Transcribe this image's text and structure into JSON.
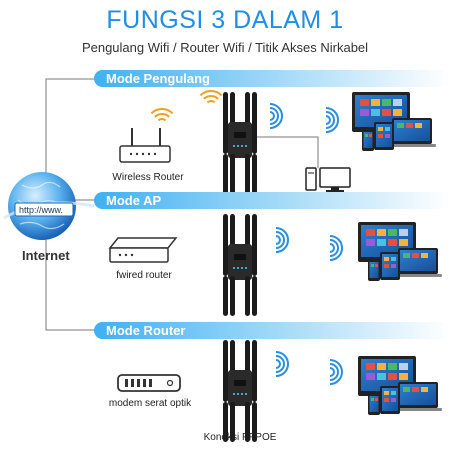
{
  "header": {
    "title": "FUNGSI 3 DALAM 1",
    "subtitle": "Pengulang Wifi / Router Wifi / Titik Akses Nirkabel"
  },
  "globe": {
    "url_text": "http://www.",
    "label": "Internet"
  },
  "modes": [
    {
      "label": "Mode Pengulang",
      "device_label": "Wireless Router"
    },
    {
      "label": "Mode AP",
      "device_label": "fwired router"
    },
    {
      "label": "Mode Router",
      "device_label": "modem serat optik",
      "footer_label": "Koneksi PPPOE"
    }
  ],
  "colors": {
    "accent": "#1f8ee6",
    "band_start": "#3fb0f2",
    "wifi_orange": "#f0a020",
    "wifi_blue": "#2a8fe0",
    "device_black": "#1b1b1b"
  }
}
